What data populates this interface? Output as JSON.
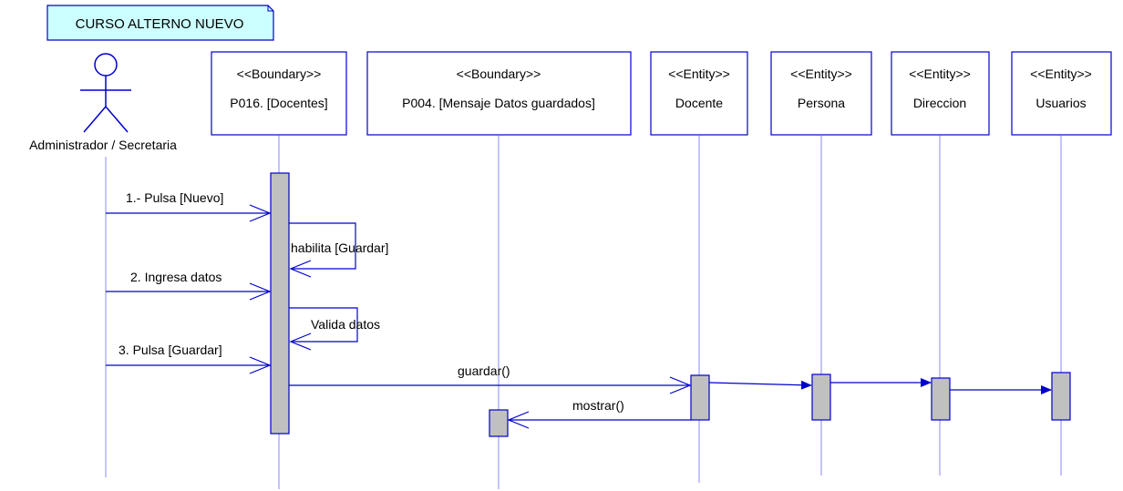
{
  "note": {
    "text": "CURSO ALTERNO NUEVO"
  },
  "colors": {
    "line": "#0000cc",
    "note_fill": "#ccffff",
    "activation_fill": "#c0c0c0",
    "lifeline": "#8a8aff"
  },
  "actor": {
    "name": "Administrador / Secretaria",
    "icon": "stick-figure-actor-icon"
  },
  "participants": [
    {
      "stereotype": "<<Boundary>>",
      "name": "P016. [Docentes]"
    },
    {
      "stereotype": "<<Boundary>>",
      "name": "P004. [Mensaje Datos guardados]"
    },
    {
      "stereotype": "<<Entity>>",
      "name": "Docente"
    },
    {
      "stereotype": "<<Entity>>",
      "name": "Persona"
    },
    {
      "stereotype": "<<Entity>>",
      "name": "Direccion"
    },
    {
      "stereotype": "<<Entity>>",
      "name": "Usuarios"
    }
  ],
  "messages": [
    {
      "label": "1.- Pulsa [Nuevo]",
      "from": "actor",
      "to": "P016. [Docentes]",
      "kind": "sync"
    },
    {
      "label": "habilita [Guardar]",
      "from": "P016. [Docentes]",
      "to": "P016. [Docentes]",
      "kind": "self"
    },
    {
      "label": "2. Ingresa datos",
      "from": "actor",
      "to": "P016. [Docentes]",
      "kind": "sync"
    },
    {
      "label": "Valida datos",
      "from": "P016. [Docentes]",
      "to": "P016. [Docentes]",
      "kind": "self"
    },
    {
      "label": "3. Pulsa [Guardar]",
      "from": "actor",
      "to": "P016. [Docentes]",
      "kind": "sync"
    },
    {
      "label": "guardar()",
      "from": "P016. [Docentes]",
      "to": "Docente",
      "kind": "sync"
    },
    {
      "label": "mostrar()",
      "from": "Docente",
      "to": "P004. [Mensaje Datos guardados]",
      "kind": "return"
    },
    {
      "label": "",
      "from": "Docente",
      "to": "Persona",
      "kind": "filled"
    },
    {
      "label": "",
      "from": "Persona",
      "to": "Direccion",
      "kind": "filled"
    },
    {
      "label": "",
      "from": "Direccion",
      "to": "Usuarios",
      "kind": "filled"
    }
  ]
}
